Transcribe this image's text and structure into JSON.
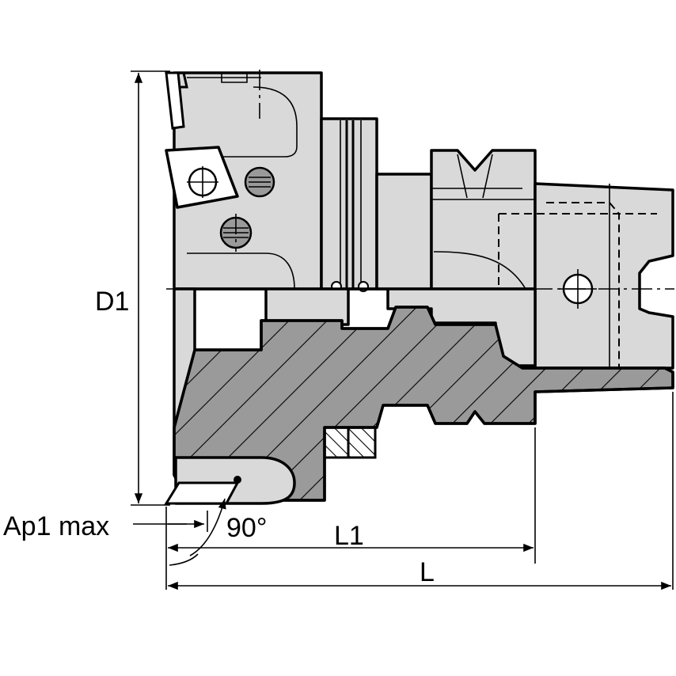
{
  "labels": {
    "d1": "D1",
    "ap1": "Ap1 max",
    "angle": "90°",
    "l1": "L1",
    "l": "L"
  },
  "colors": {
    "body": "#d9d9d9",
    "section": "#9a9a9a",
    "line": "#000000"
  }
}
